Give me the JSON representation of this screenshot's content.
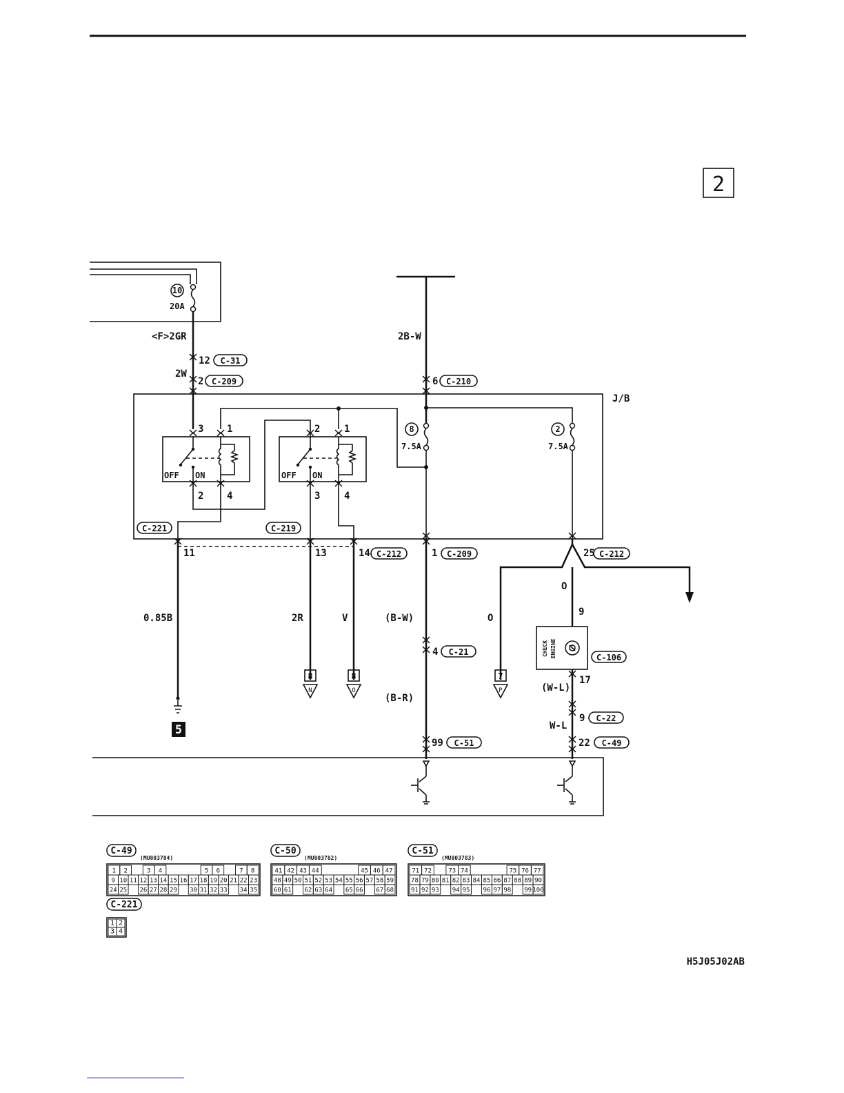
{
  "page_number": "2",
  "figure_code": "H5J05J02AB",
  "fuses": [
    {
      "number": "10",
      "rating": "20A"
    },
    {
      "number": "8",
      "rating": "7.5A"
    },
    {
      "number": "2",
      "rating": "7.5A"
    }
  ],
  "wires": {
    "f_2gr": "<F>2GR",
    "w2w": "2W",
    "w2bw": "2B-W",
    "w085b": "0.85B",
    "w2r": "2R",
    "wv": "V",
    "bw": "(B-W)",
    "br": "(B-R)",
    "o1": "O",
    "o2": "O",
    "wl_paren": "(W-L)",
    "wl": "W-L"
  },
  "junction_block": "J/B",
  "connectors": {
    "c31": "C-31",
    "c209": "C-209",
    "c210": "C-210",
    "c221": "C-221",
    "c219": "C-219",
    "c212": "C-212",
    "c21": "C-21",
    "c51": "C-51",
    "c106": "C-106",
    "c22": "C-22",
    "c49": "C-49",
    "c50": "C-50"
  },
  "pins": {
    "p12": "12",
    "p2": "2",
    "p6": "6",
    "r1_3": "3",
    "r1_1": "1",
    "r1_2": "2",
    "r1_4": "4",
    "r2_2": "2",
    "r2_1": "1",
    "r2_3": "3",
    "r2_4": "4",
    "p11": "11",
    "p13": "13",
    "p14": "14",
    "p1": "1",
    "p25": "25",
    "p4": "4",
    "p99": "99",
    "p9a": "9",
    "p17": "17",
    "p9b": "9",
    "p22": "22"
  },
  "relay": {
    "off": "OFF",
    "on": "ON"
  },
  "check_engine": {
    "line1": "CHECK",
    "line2": "ENGINE"
  },
  "refs": {
    "n": {
      "num": "8",
      "letter": "N"
    },
    "o": {
      "num": "8",
      "letter": "O"
    },
    "p": {
      "num": "7",
      "letter": "P"
    },
    "ground": "5"
  },
  "connector_views": [
    {
      "name": "C-49",
      "part": "(MU803784)",
      "rows": [
        [
          "1",
          "2",
          "",
          "3",
          "4",
          "",
          "",
          "",
          "5",
          "6",
          "",
          "7",
          "8"
        ],
        [
          "9",
          "10",
          "11",
          "12",
          "13",
          "14",
          "15",
          "16",
          "17",
          "18",
          "19",
          "20",
          "21",
          "22",
          "23"
        ],
        [
          "24",
          "25",
          "",
          "26",
          "27",
          "28",
          "29",
          "",
          "30",
          "31",
          "32",
          "33",
          "",
          "34",
          "35"
        ]
      ]
    },
    {
      "name": "C-50",
      "part": "(MU803782)",
      "rows": [
        [
          "41",
          "42",
          "43",
          "44",
          "",
          "",
          "",
          "45",
          "46",
          "47"
        ],
        [
          "48",
          "49",
          "50",
          "51",
          "52",
          "53",
          "54",
          "55",
          "56",
          "57",
          "58",
          "59"
        ],
        [
          "60",
          "61",
          "",
          "62",
          "63",
          "64",
          "",
          "65",
          "66",
          "",
          "67",
          "68"
        ]
      ]
    },
    {
      "name": "C-51",
      "part": "(MU803783)",
      "rows": [
        [
          "71",
          "72",
          "",
          "73",
          "74",
          "",
          "",
          "",
          "75",
          "76",
          "77"
        ],
        [
          "78",
          "79",
          "80",
          "81",
          "82",
          "83",
          "84",
          "85",
          "86",
          "87",
          "88",
          "89",
          "90"
        ],
        [
          "91",
          "92",
          "93",
          "",
          "94",
          "95",
          "",
          "96",
          "97",
          "98",
          "",
          "99",
          "100"
        ]
      ]
    },
    {
      "name": "C-221",
      "part": "",
      "rows": [
        [
          "1",
          "2"
        ],
        [
          "3",
          "4"
        ]
      ]
    }
  ]
}
